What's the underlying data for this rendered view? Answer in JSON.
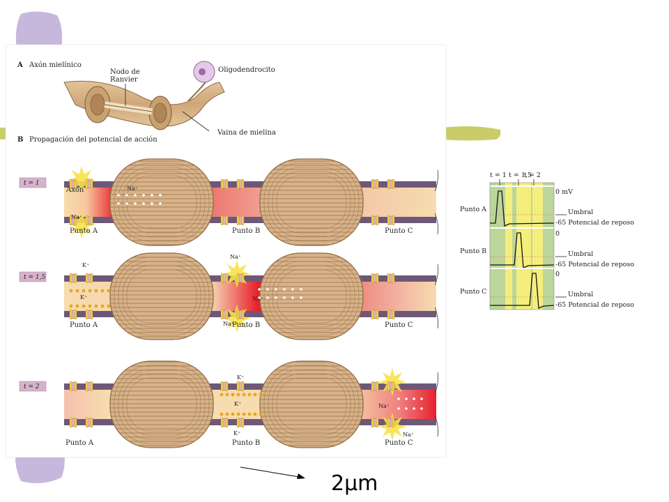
{
  "panel_a": {
    "letter": "A",
    "title": "Axón mielínico",
    "node_label": "Nodo de Ranvier",
    "oligodendrocyte_label": "Oligodendrocito",
    "sheath_label": "Vaina de mielina"
  },
  "panel_b": {
    "letter": "B",
    "title": "Propagación del potencial de acción",
    "axon_label": "Axón",
    "na_label": "Na⁺",
    "k_label": "K⁺",
    "rows": [
      {
        "time_tag": "t = 1",
        "point_a": "Punto A",
        "point_b": "Punto B",
        "point_c": "Punto C"
      },
      {
        "time_tag": "t = 1,5",
        "point_a": "Punto A",
        "point_b": "Punto B",
        "point_c": "Punto C"
      },
      {
        "time_tag": "t = 2",
        "point_a": "Punto A",
        "point_b": "Punto B",
        "point_c": "Punto C"
      }
    ]
  },
  "voltage_panel": {
    "time_labels": [
      "t = 1",
      "t = 1,5",
      "t = 2"
    ],
    "rows": [
      {
        "point": "Punto A",
        "top": "0 mV",
        "threshold": "Umbral",
        "rest": "-65 Potencial de reposo"
      },
      {
        "point": "Punto B",
        "top": "0",
        "threshold": "Umbral",
        "rest": "-65 Potencial de reposo"
      },
      {
        "point": "Punto C",
        "top": "0",
        "threshold": "Umbral",
        "rest": "-65 Potencial de reposo"
      }
    ]
  },
  "scale_caption": "2μm",
  "colors": {
    "purple_blob": "#c6b8dc",
    "green_band": "#c8cd6a",
    "myelin": "#d2ad84",
    "myelin_line": "#8c6a45",
    "membrane": "#6e5878",
    "axoplasm": "#f6dcae",
    "depolarized": "#e8202c"
  }
}
